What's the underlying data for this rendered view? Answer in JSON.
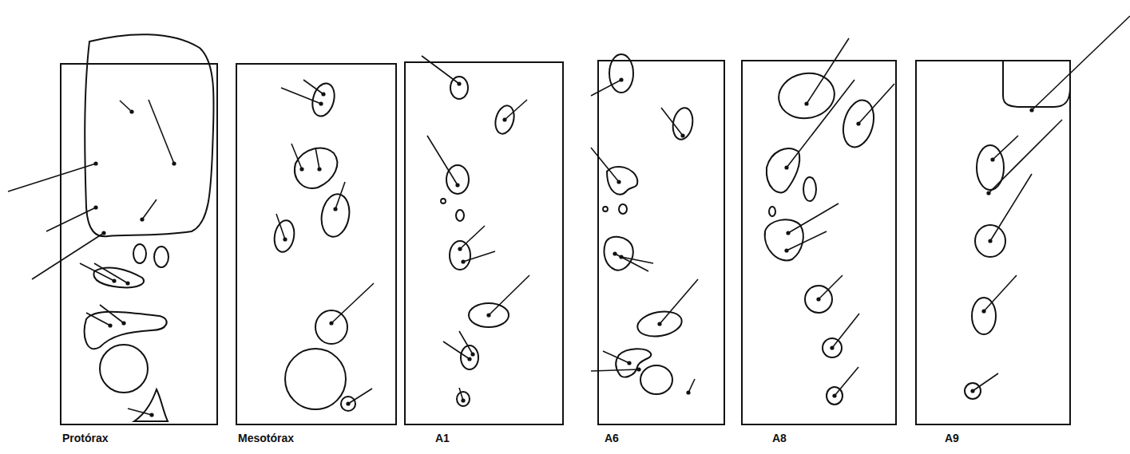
{
  "diagram": {
    "labels": [
      "Protórax",
      "Mesotórax",
      "A1",
      "A6",
      "A8",
      "A9"
    ]
  }
}
